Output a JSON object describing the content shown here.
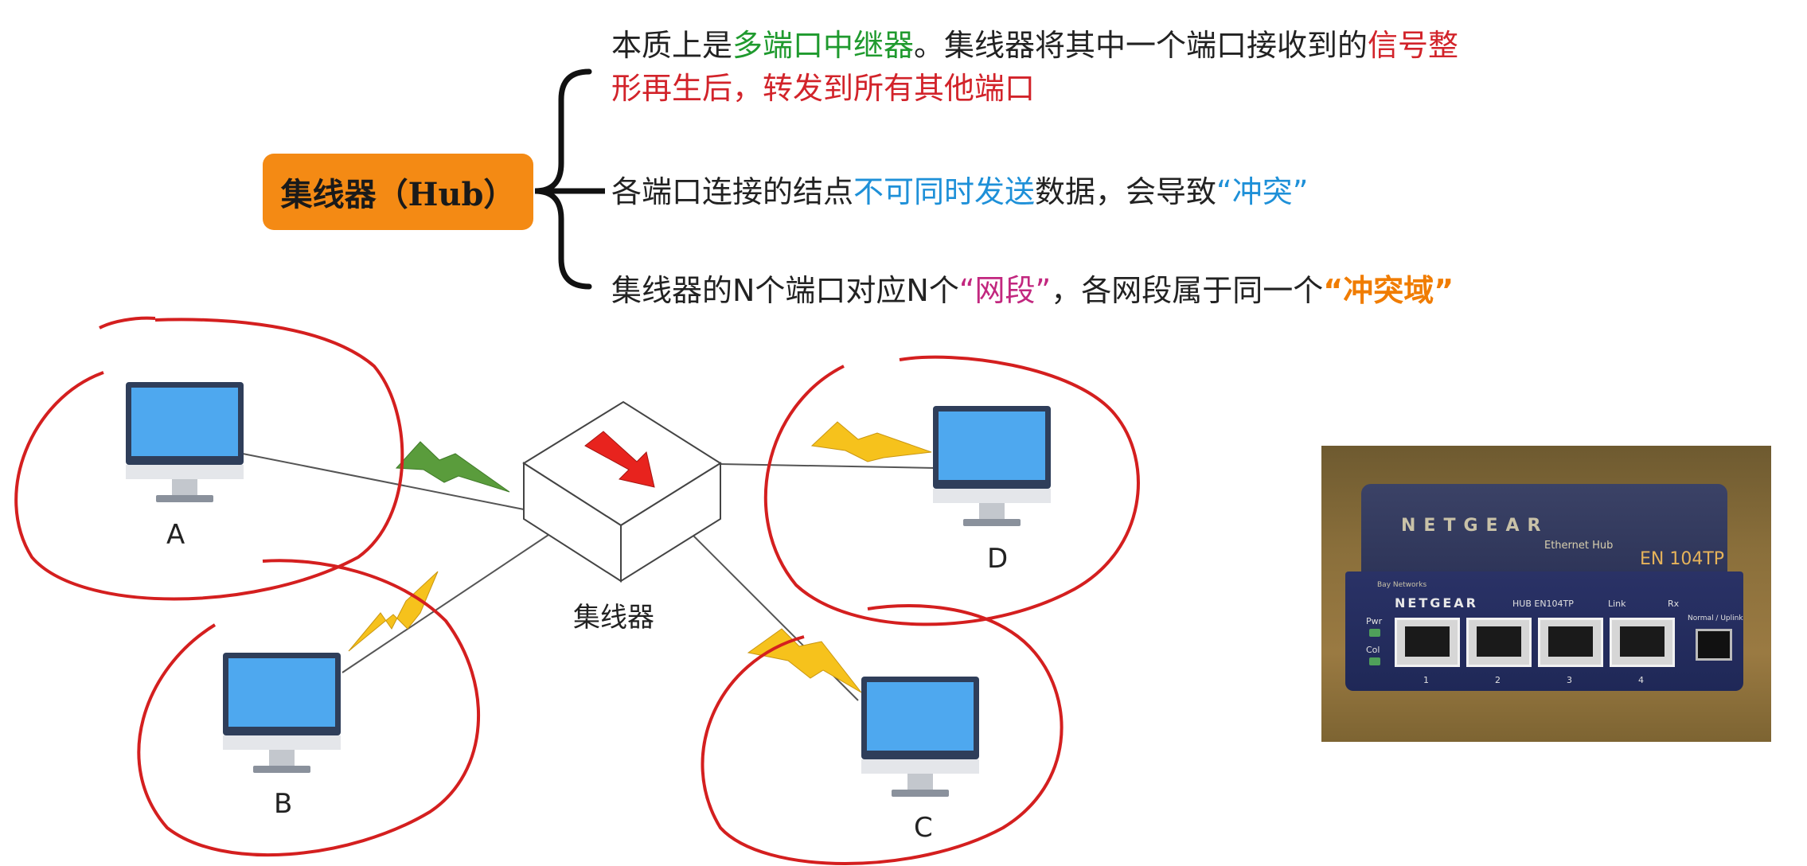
{
  "hub_title": "集线器（Hub）",
  "points": [
    {
      "segments": [
        {
          "text": "本质上是",
          "color": "default"
        },
        {
          "text": "多端口中继器",
          "color": "green"
        },
        {
          "text": "。集线器将其中一个端口接收到的",
          "color": "default"
        },
        {
          "text": "信号整",
          "color": "red"
        }
      ],
      "segments_line2": [
        {
          "text": "形再生后，转发到所有其他端口",
          "color": "red"
        }
      ]
    },
    {
      "segments": [
        {
          "text": "各端口连接的结点",
          "color": "default"
        },
        {
          "text": "不可同时发送",
          "color": "blue"
        },
        {
          "text": "数据，会导致",
          "color": "default"
        },
        {
          "text": "“冲突”",
          "color": "blue"
        }
      ]
    },
    {
      "segments": [
        {
          "text": "集线器的N个端口对应N个",
          "color": "default"
        },
        {
          "text": "“网段”",
          "color": "magenta"
        },
        {
          "text": "，各网段属于同一个",
          "color": "default"
        },
        {
          "text": "“冲突域”",
          "color": "orange"
        }
      ]
    }
  ],
  "network": {
    "center_label": "集线器",
    "nodes": [
      {
        "id": "A",
        "label": "A"
      },
      {
        "id": "B",
        "label": "B"
      },
      {
        "id": "C",
        "label": "C"
      },
      {
        "id": "D",
        "label": "D"
      }
    ]
  },
  "photo": {
    "brand": "NETGEAR",
    "model_text": "Ethernet Hub",
    "model_code": "EN 104TP",
    "maker": "Bay Networks",
    "front_brand": "NETGEAR",
    "front_model": "HUB EN104TP",
    "link_label": "Link",
    "rx_label": "Rx",
    "pwr_label": "Pwr",
    "col_label": "Col",
    "switch_label": "Normal / Uplink",
    "port_numbers": [
      "1",
      "2",
      "3",
      "4"
    ]
  },
  "colors": {
    "hub_box": "#f48a14",
    "green": "#1f9a2e",
    "red": "#d2232a",
    "blue": "#1e90d8",
    "magenta": "#c2277f",
    "orange": "#f07c00",
    "circle": "#d41f1f",
    "monitor_screen": "#4ea8ef"
  }
}
